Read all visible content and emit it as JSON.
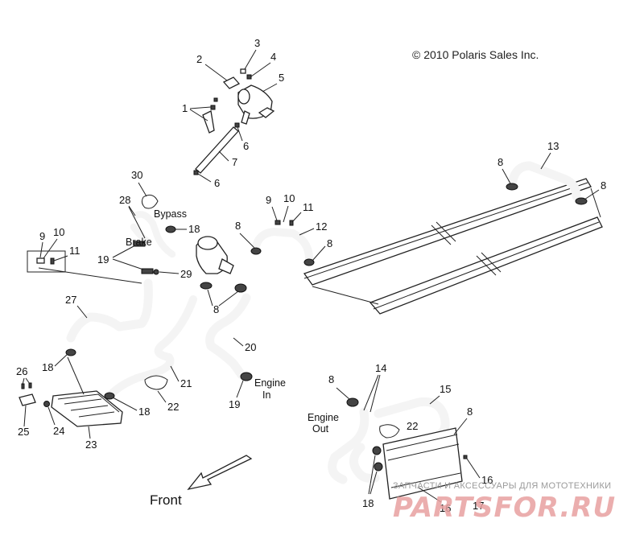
{
  "copyright": "© 2010 Polaris Sales Inc.",
  "direction_label": "Front",
  "callouts": [
    {
      "id": "c1",
      "text": "1"
    },
    {
      "id": "c2",
      "text": "2"
    },
    {
      "id": "c3",
      "text": "3"
    },
    {
      "id": "c4",
      "text": "4"
    },
    {
      "id": "c5",
      "text": "5"
    },
    {
      "id": "c6a",
      "text": "6"
    },
    {
      "id": "c6b",
      "text": "6"
    },
    {
      "id": "c7",
      "text": "7"
    },
    {
      "id": "c30",
      "text": "30"
    },
    {
      "id": "c28",
      "text": "28"
    },
    {
      "id": "c18a",
      "text": "18"
    },
    {
      "id": "c19a",
      "text": "19"
    },
    {
      "id": "c29",
      "text": "29"
    },
    {
      "id": "c9a",
      "text": "9"
    },
    {
      "id": "c10a",
      "text": "10"
    },
    {
      "id": "c11a",
      "text": "11"
    },
    {
      "id": "c8a",
      "text": "8"
    },
    {
      "id": "c9b",
      "text": "9"
    },
    {
      "id": "c10b",
      "text": "10"
    },
    {
      "id": "c11b",
      "text": "11"
    },
    {
      "id": "c12",
      "text": "12"
    },
    {
      "id": "c8b",
      "text": "8"
    },
    {
      "id": "c8c",
      "text": "8"
    },
    {
      "id": "c13",
      "text": "13"
    },
    {
      "id": "c8d",
      "text": "8"
    },
    {
      "id": "c8e",
      "text": "8"
    },
    {
      "id": "c27",
      "text": "27"
    },
    {
      "id": "c20",
      "text": "20"
    },
    {
      "id": "c18b",
      "text": "18"
    },
    {
      "id": "c26",
      "text": "26"
    },
    {
      "id": "c21",
      "text": "21"
    },
    {
      "id": "c22a",
      "text": "22"
    },
    {
      "id": "c18c",
      "text": "18"
    },
    {
      "id": "c19b",
      "text": "19"
    },
    {
      "id": "c24",
      "text": "24"
    },
    {
      "id": "c25",
      "text": "25"
    },
    {
      "id": "c23",
      "text": "23"
    },
    {
      "id": "c8f",
      "text": "8"
    },
    {
      "id": "c14",
      "text": "14"
    },
    {
      "id": "c15",
      "text": "15"
    },
    {
      "id": "c8g",
      "text": "8"
    },
    {
      "id": "c22b",
      "text": "22"
    },
    {
      "id": "c16a",
      "text": "16"
    },
    {
      "id": "c18d",
      "text": "18"
    },
    {
      "id": "c16b",
      "text": "16"
    },
    {
      "id": "c17",
      "text": "17"
    }
  ],
  "labels": {
    "bypass": "Bypass",
    "brake": "Brake",
    "engine_in_1": "Engine",
    "engine_in_2": "In",
    "engine_out_1": "Engine",
    "engine_out_2": "Out"
  },
  "watermark": {
    "tagline": "ЗАПЧАСТИ И АКСЕССУАРЫ ДЛЯ МОТОТЕХНИКИ",
    "brand": "PARTSFOR.RU"
  }
}
